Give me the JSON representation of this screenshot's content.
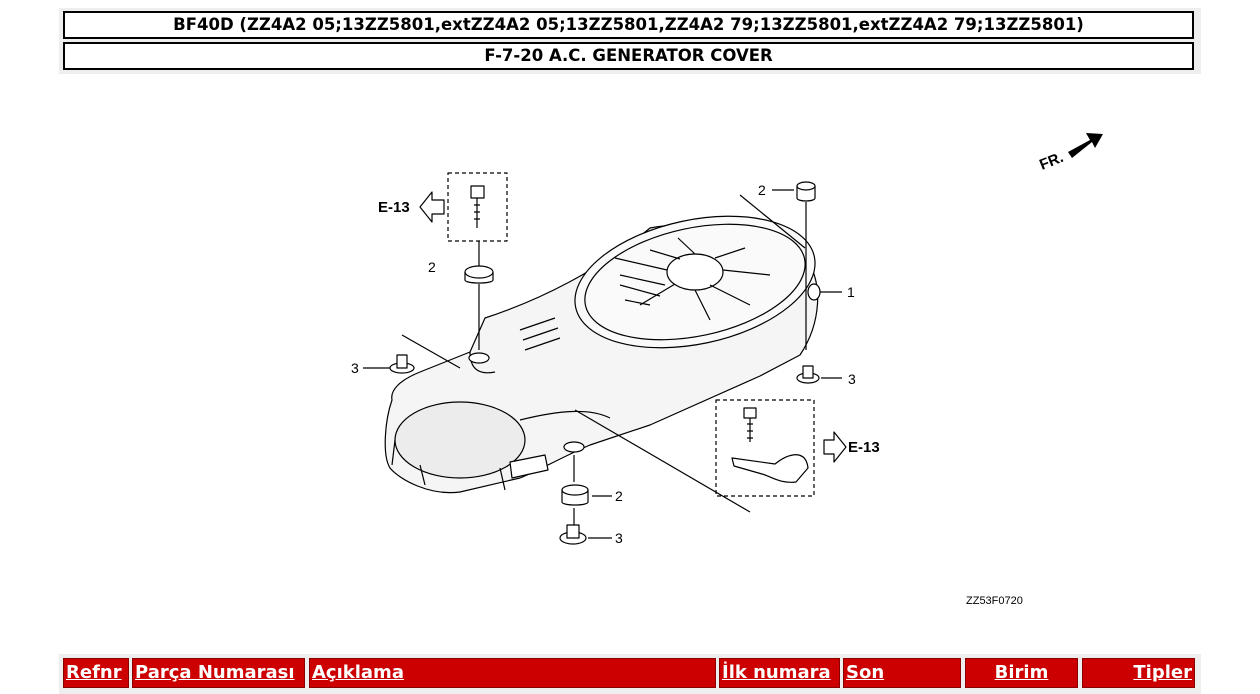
{
  "header": {
    "title": "BF40D (ZZ4A2 05;13ZZ5801,extZZ4A2 05;13ZZ5801,ZZ4A2 79;13ZZ5801,extZZ4A2 79;13ZZ5801)",
    "subtitle": "F-7-20 A.C. GENERATOR COVER"
  },
  "diagram": {
    "fr_label": "FR.",
    "ref_left": "E-13",
    "ref_right": "E-13",
    "callouts": [
      "1",
      "2",
      "2",
      "2",
      "3",
      "3",
      "3"
    ],
    "code": "ZZ53F0720"
  },
  "table": {
    "columns": [
      "Refnr",
      "Parça Numarası",
      "Açıklama",
      "İlk numara",
      "Son",
      "Birim",
      "Tipler"
    ]
  }
}
